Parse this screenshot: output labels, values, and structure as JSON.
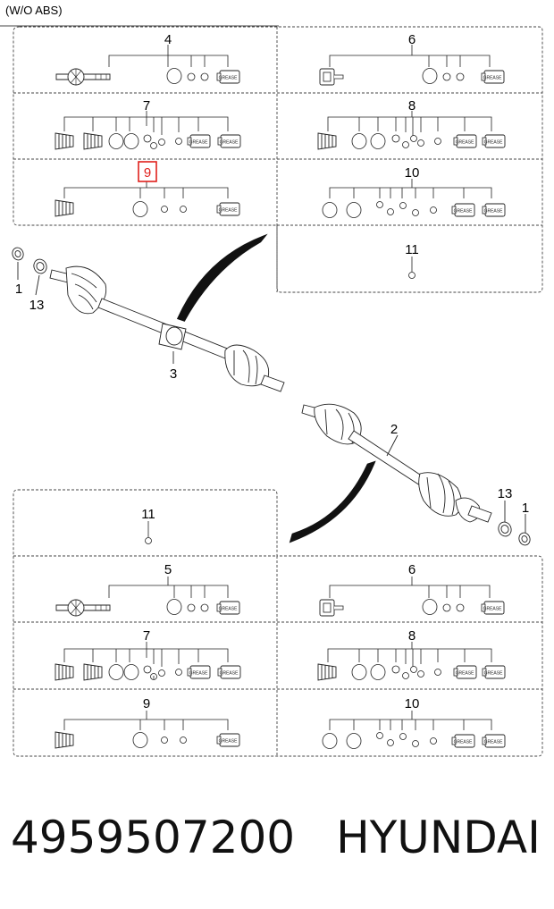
{
  "header": {
    "title": "(W/O ABS)"
  },
  "callouts": {
    "part_4": "4",
    "part_6_top": "6",
    "part_7_top": "7",
    "part_8_top": "8",
    "part_9_top": "9",
    "part_10_top": "10",
    "part_11_top": "11",
    "part_1_left": "1",
    "part_13_left": "13",
    "part_3": "3",
    "part_2": "2",
    "part_13_right": "13",
    "part_1_right": "1",
    "part_11_bottom": "11",
    "part_5": "5",
    "part_6_bottom": "6",
    "part_7_bottom": "7",
    "part_8_bottom": "8",
    "part_9_bottom": "9",
    "part_10_bottom": "10"
  },
  "grease_label": "GREASE",
  "highlight": {
    "part": "9",
    "color": "#e0201c"
  },
  "footer": {
    "part_number": "4959507200",
    "brand": "HYUNDAI"
  }
}
